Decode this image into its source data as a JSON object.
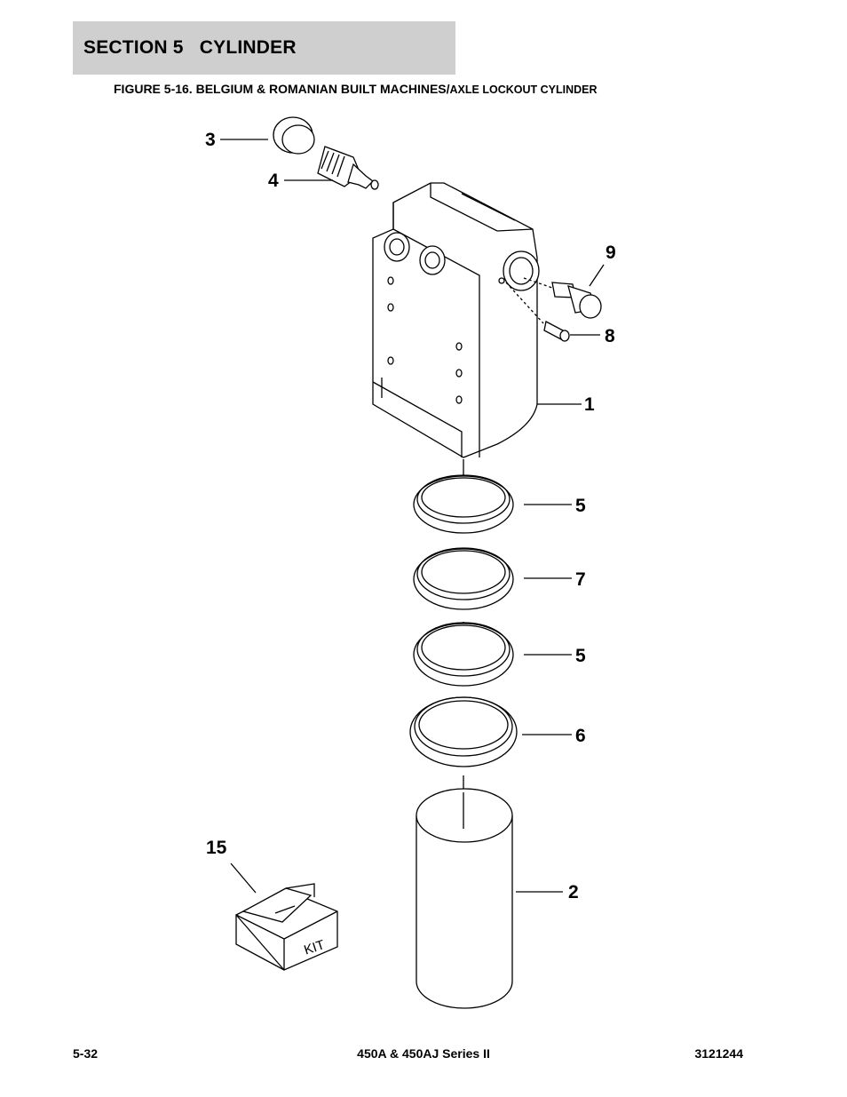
{
  "header": {
    "section_title": "SECTION 5   CYLINDER",
    "figure_title_main": "FIGURE 5-16. BELGIUM & ROMANIAN BUILT MACHINES/",
    "figure_title_sub": "AXLE LOCKOUT CYLINDER"
  },
  "callouts": {
    "c1": "1",
    "c2": "2",
    "c3": "3",
    "c4": "4",
    "c5a": "5",
    "c5b": "5",
    "c6": "6",
    "c7": "7",
    "c8": "8",
    "c9": "9",
    "c15": "15"
  },
  "kit_box_label": "KIT",
  "footer": {
    "page_number": "5-32",
    "model": "450A & 450AJ Series II",
    "doc_number": "3121244"
  }
}
